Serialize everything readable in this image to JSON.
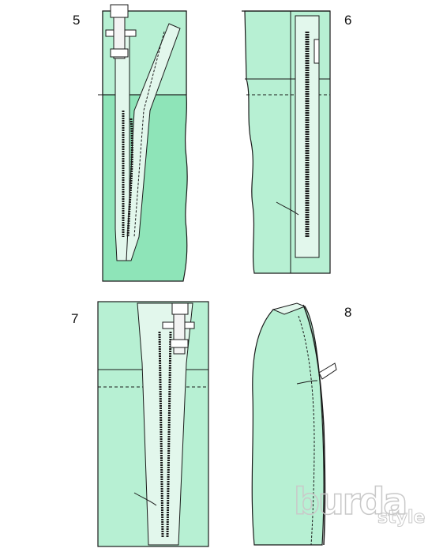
{
  "steps": [
    {
      "number": "5"
    },
    {
      "number": "6"
    },
    {
      "number": "7"
    },
    {
      "number": "8"
    }
  ],
  "watermark": {
    "brand": "burda",
    "sub": "style"
  },
  "colors": {
    "fabric_fill": "#b7f0d3",
    "fabric_dark": "#8ee4b8",
    "outline": "#1a1a1a",
    "zipper_tape": "#e2f7ec"
  }
}
